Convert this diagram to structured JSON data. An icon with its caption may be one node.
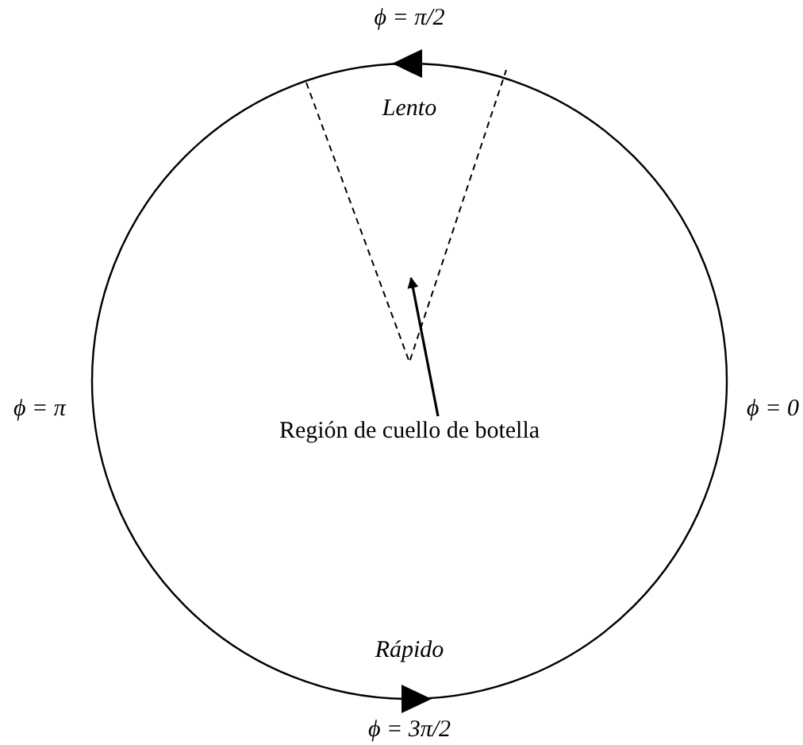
{
  "diagram": {
    "nodes": [
      {
        "text": [
          "Región de cuello de botella"
        ]
      },
      {
        "text": [],
        "shape": "triangle"
      }
    ],
    "edges": [
      {
        "from": 0,
        "to": 1,
        "arrow": "to"
      }
    ],
    "labels": [
      "ϕ = π/2",
      "Lento",
      "ϕ = π",
      "ϕ = 0",
      "Rápido",
      "ϕ = 3π/2"
    ]
  }
}
